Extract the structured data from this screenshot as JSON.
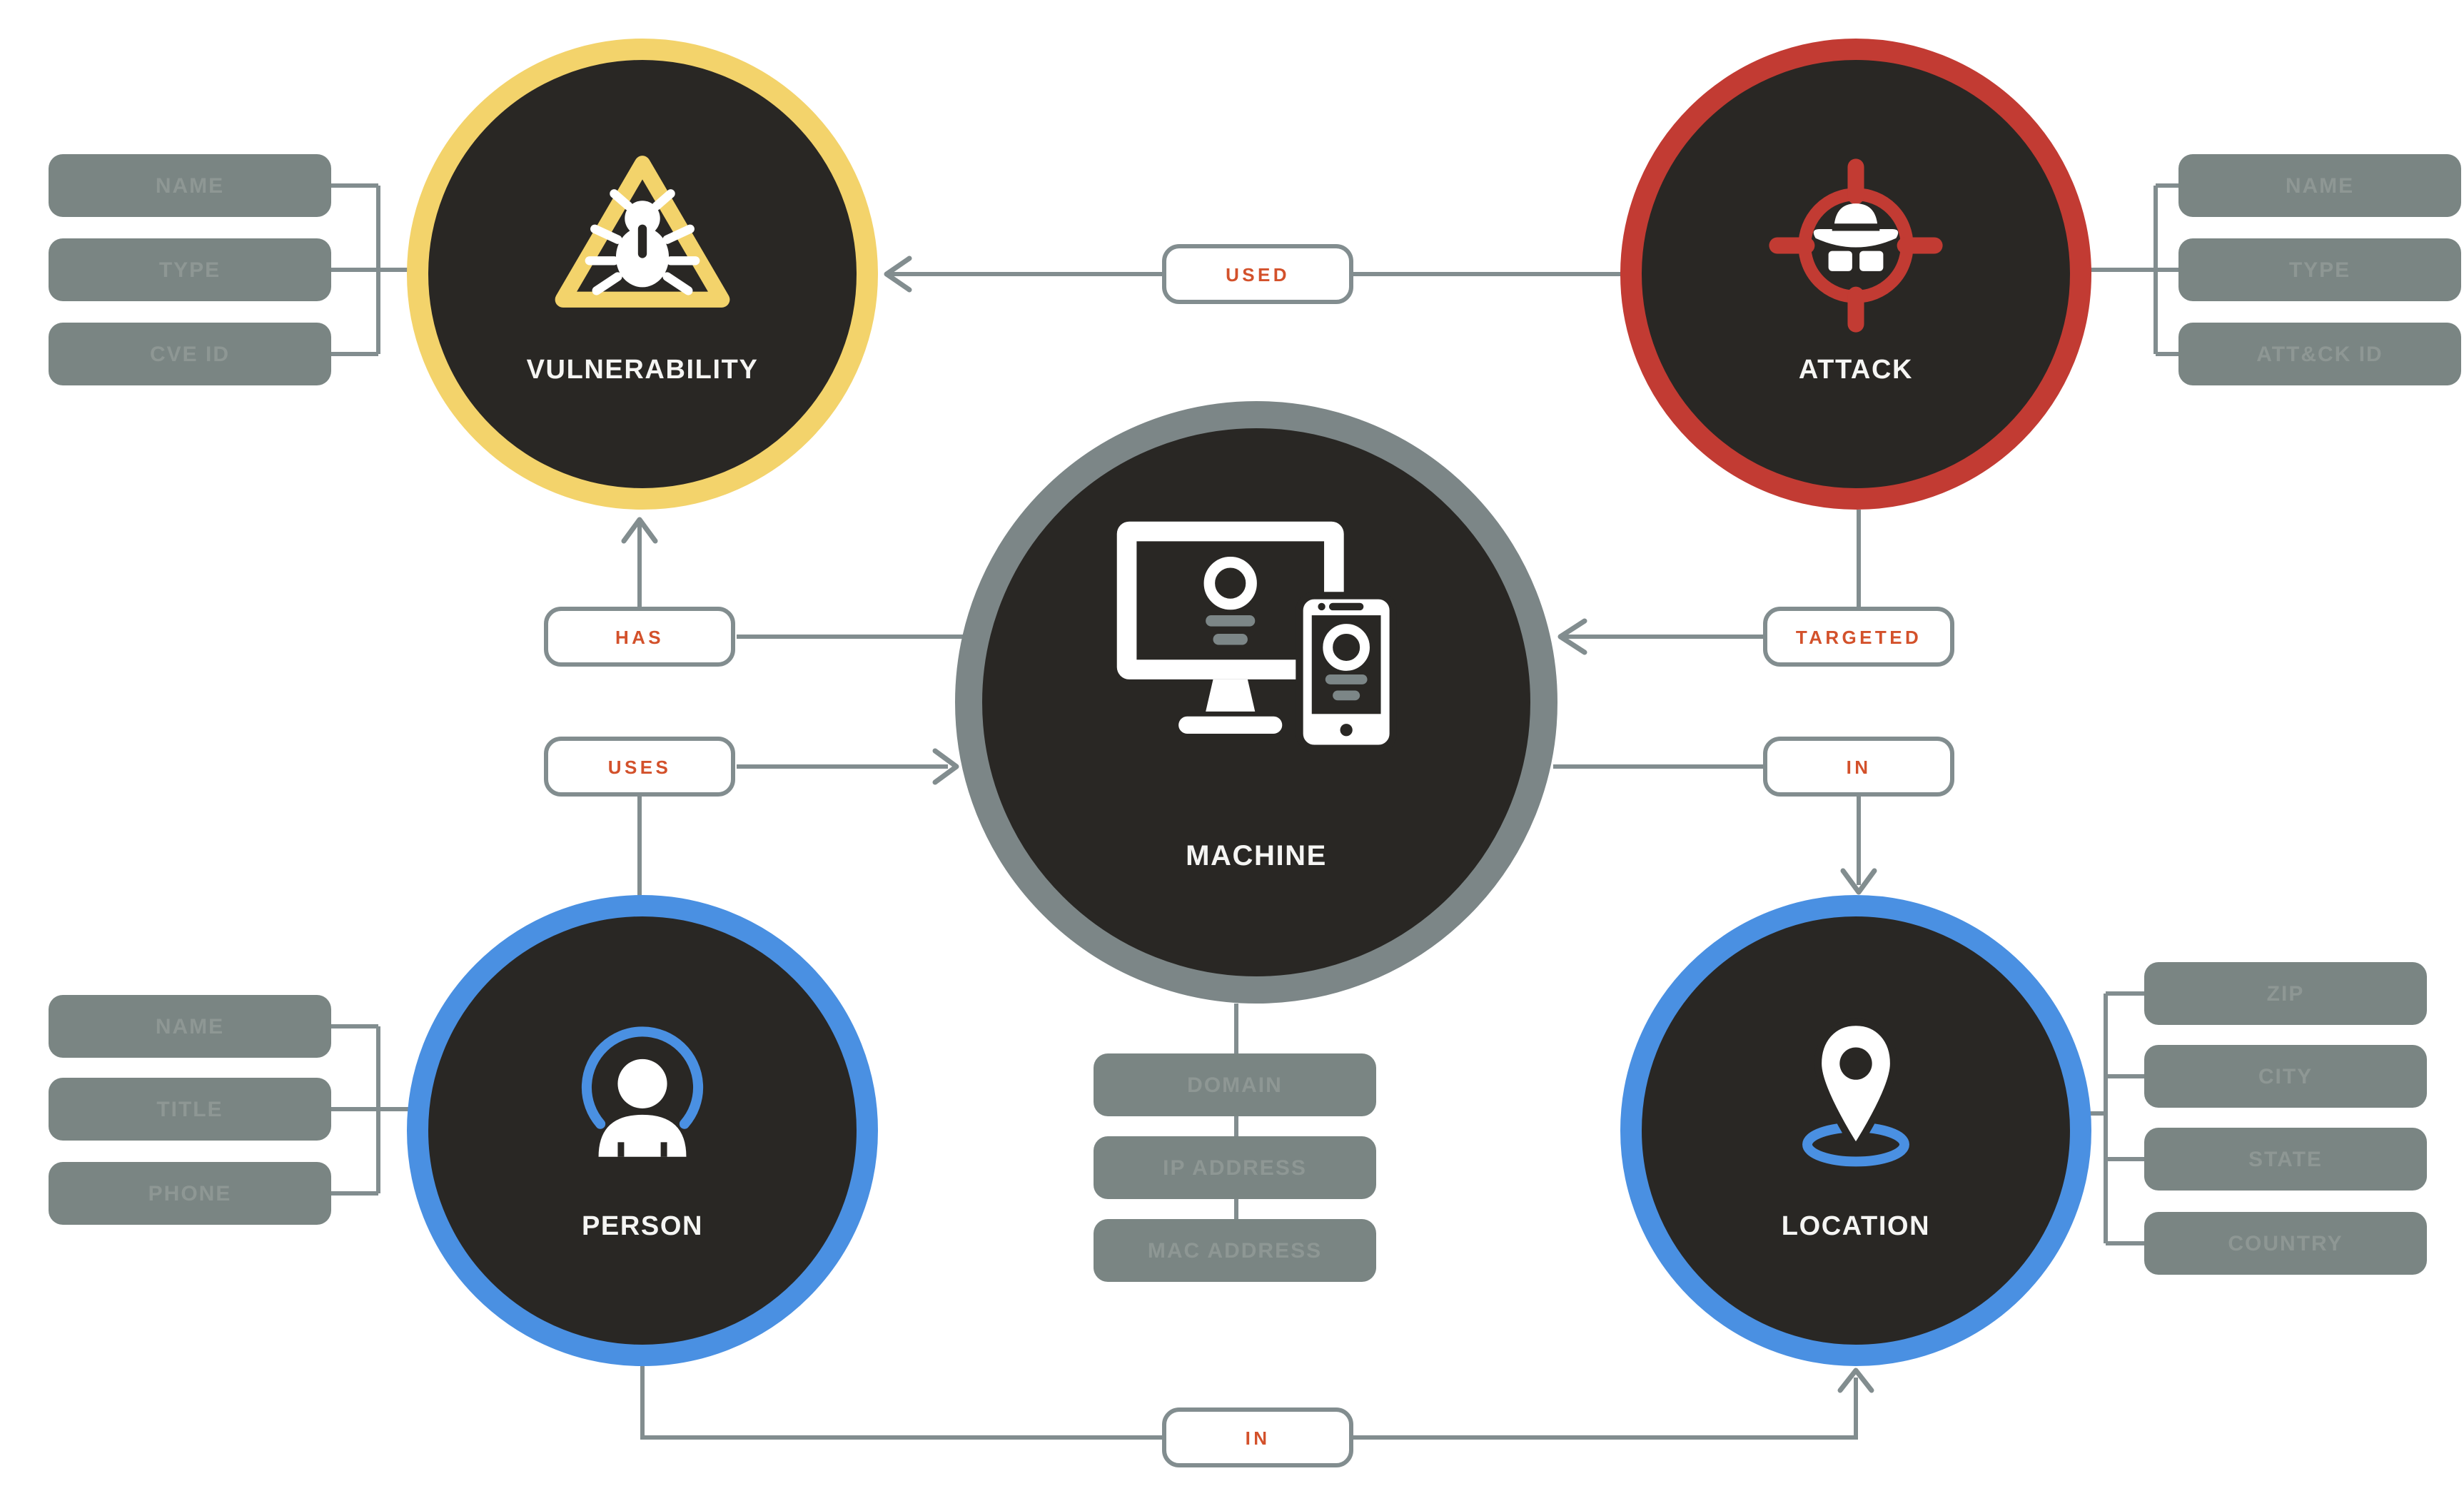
{
  "diagram": {
    "nodes": {
      "vulnerability": {
        "label": "VULNERABILITY",
        "ring_color": "#F3D36B",
        "icon": "bug-warning-icon",
        "attributes": [
          "NAME",
          "TYPE",
          "CVE ID"
        ]
      },
      "attack": {
        "label": "ATTACK",
        "ring_color": "#C23B33",
        "icon": "target-spy-icon",
        "attributes": [
          "NAME",
          "TYPE",
          "ATT&CK ID"
        ]
      },
      "machine": {
        "label": "MACHINE",
        "ring_color": "#7C8687",
        "icon": "computer-devices-icon",
        "attributes": [
          "DOMAIN",
          "IP ADDRESS",
          "MAC ADDRESS"
        ]
      },
      "person": {
        "label": "PERSON",
        "ring_color": "#4A90E2",
        "icon": "person-icon",
        "attributes": [
          "NAME",
          "TITLE",
          "PHONE"
        ]
      },
      "location": {
        "label": "LOCATION",
        "ring_color": "#4A90E2",
        "icon": "map-pin-icon",
        "attributes": [
          "ZIP",
          "CITY",
          "STATE",
          "COUNTRY"
        ]
      }
    },
    "relationships": {
      "used": {
        "label": "USED",
        "from": "ATTACK",
        "to": "VULNERABILITY"
      },
      "has": {
        "label": "HAS",
        "from": "MACHINE",
        "to": "VULNERABILITY"
      },
      "uses": {
        "label": "USES",
        "from": "PERSON",
        "to": "MACHINE"
      },
      "targeted": {
        "label": "TARGETED",
        "from": "ATTACK",
        "to": "MACHINE"
      },
      "machine_in": {
        "label": "IN",
        "from": "MACHINE",
        "to": "LOCATION"
      },
      "person_in": {
        "label": "IN",
        "from": "PERSON",
        "to": "LOCATION"
      }
    },
    "colors": {
      "background": "#FFFFFF",
      "node_fill": "#292724",
      "connector": "#828D8F",
      "relationship_text": "#D3512B",
      "attribute_box": "#7A8583",
      "attribute_text": "#8E9794",
      "node_label_text": "#F5F5F3"
    }
  }
}
